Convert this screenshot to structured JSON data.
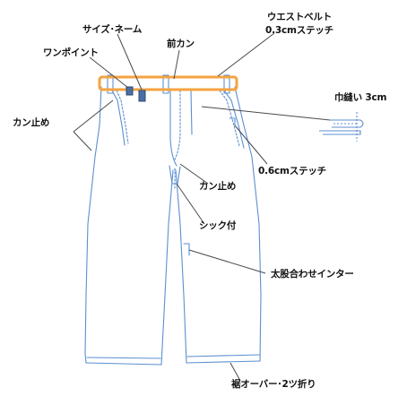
{
  "colors": {
    "garment_line": "#5b8fd1",
    "callout_line": "#4a4a4a",
    "waistband_fill": "#f4a340",
    "waistband_stroke": "#e07a12",
    "tag": "#4a6fa5",
    "text": "#111111"
  },
  "labels": {
    "waist_belt_line1": "ウエストベルト",
    "waist_belt_line2": "0.3cmステッチ",
    "size_name": "サイズ･ネーム",
    "front_kan": "前カン",
    "one_point": "ワンポイント",
    "hem_sew": "巾縫い 3cm",
    "kan_stop_left": "カン止め",
    "stitch_06": "0.6cmステッチ",
    "kan_stop_center": "カン止め",
    "shikku": "シック付",
    "thigh_inseam": "太股合わせインター",
    "hem_fold": "裾オーバー･2ツ折り"
  }
}
